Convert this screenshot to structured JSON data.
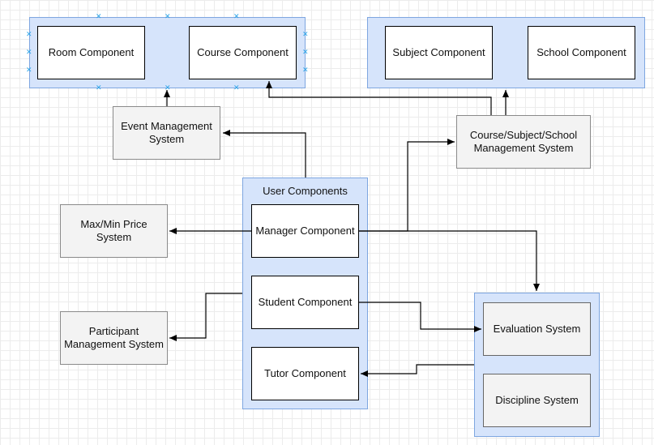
{
  "groups": {
    "room_course": {
      "title": ""
    },
    "subject_school": {
      "title": ""
    },
    "user_components": {
      "title": "User Components"
    },
    "evaluation_discipline": {
      "title": ""
    }
  },
  "nodes": {
    "room_component": "Room Component",
    "course_component": "Course Component",
    "subject_component": "Subject Component",
    "school_component": "School Component",
    "event_management_system": "Event Management System",
    "course_subject_school_management_system": "Course/Subject/School Management System",
    "max_min_price_system": "Max/Min Price System",
    "participant_management_system": "Participant Management System",
    "manager_component": "Manager Component",
    "student_component": "Student Component",
    "tutor_component": "Tutor Component",
    "evaluation_system": "Evaluation System",
    "discipline_system": "Discipline System"
  },
  "colors": {
    "group_fill": "#d6e4fb",
    "group_stroke": "#7ea6e0",
    "edge": "#000000",
    "selection_handle": "#29a3e8"
  },
  "selection": {
    "selected_group": "room_course",
    "handle_icon": "x-mark-icon"
  }
}
